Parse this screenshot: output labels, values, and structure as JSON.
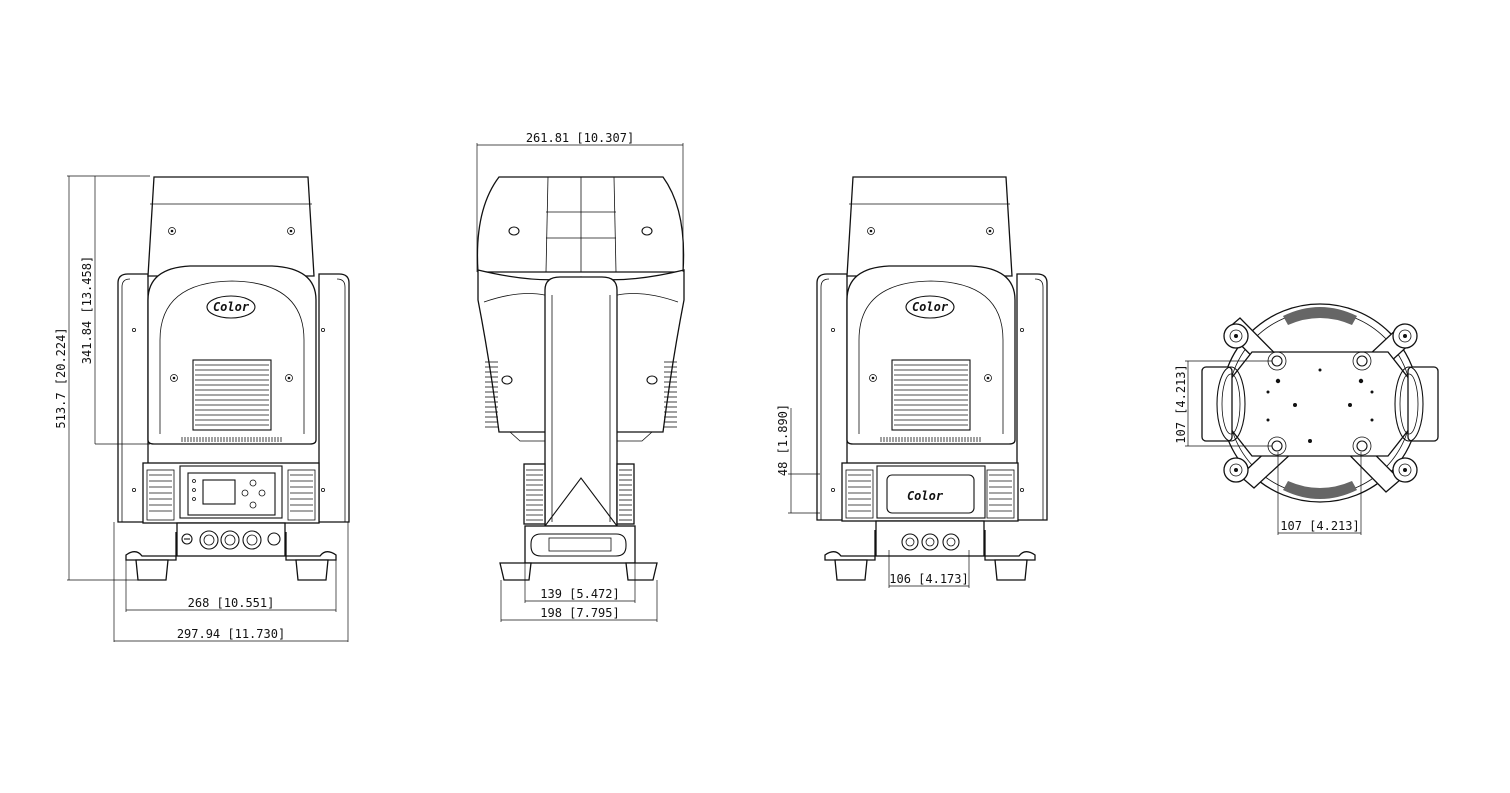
{
  "dimensions": {
    "front": {
      "total_height": "513.7 [20.224]",
      "head_height": "341.84 [13.458]",
      "base_width": "268 [10.551]",
      "overall_width": "297.94 [11.730]"
    },
    "side": {
      "head_depth": "261.81 [10.307]",
      "base_inner": "139 [5.472]",
      "base_depth": "198 [7.795]"
    },
    "rear": {
      "base_height": "48 [1.890]",
      "panel_width": "106 [4.173]"
    },
    "bottom": {
      "hole_spacing_v": "107 [4.213]",
      "hole_spacing_h": "107 [4.213]"
    }
  },
  "logos": {
    "front": "Color",
    "rear": "Color"
  }
}
